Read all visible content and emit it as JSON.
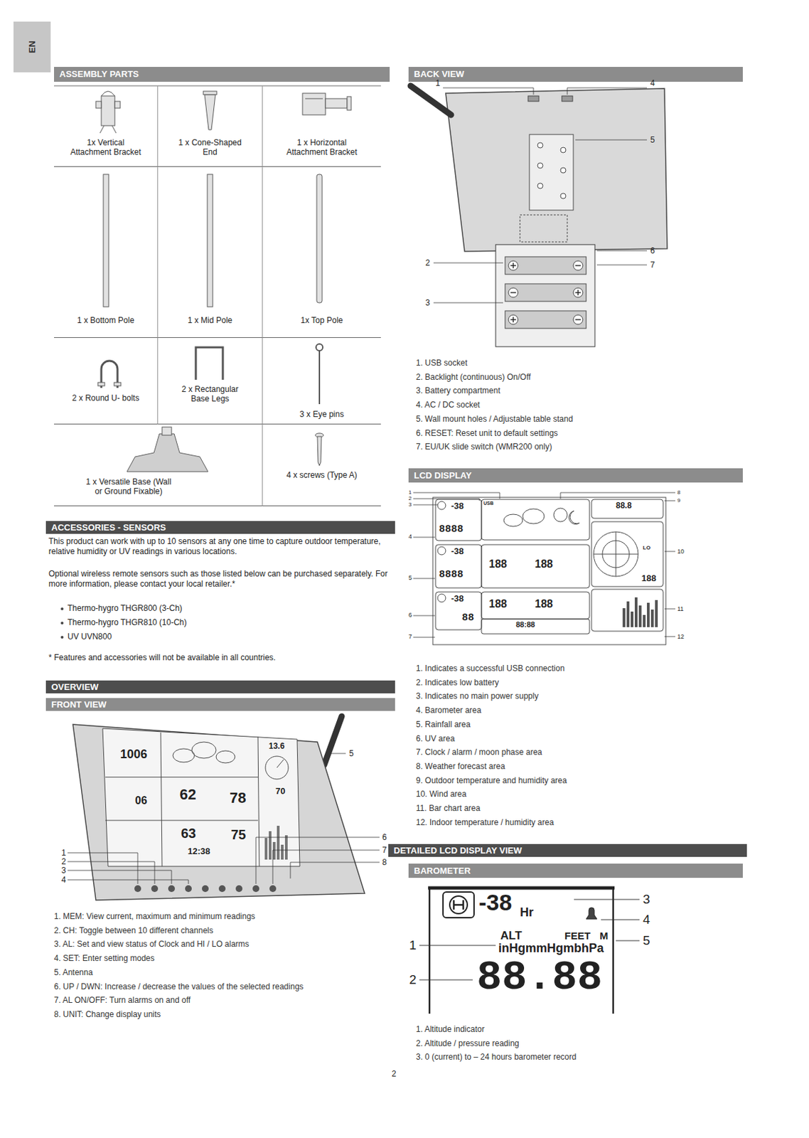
{
  "diagram": {
    "nodes": [
      {
        "text": [
          "EN"
        ]
      },
      {
        "text": [
          "ASSEMBLY PARTS"
        ]
      },
      {
        "text": [
          "1x Vertical Attachment Bracket"
        ]
      },
      {
        "text": [
          "1 x Cone-Shaped End"
        ]
      },
      {
        "text": [
          "1 x Horizontal Attachment Bracket"
        ]
      },
      {
        "text": [
          "1 x Bottom Pole"
        ]
      },
      {
        "text": [
          "1 x Mid Pole"
        ]
      },
      {
        "text": [
          "1x Top Pole"
        ]
      },
      {
        "text": [
          "2 x Round U- bolts"
        ]
      },
      {
        "text": [
          "2 x Rectangular Base Legs"
        ]
      },
      {
        "text": [
          "3 x Eye pins"
        ]
      },
      {
        "text": [
          "1 x Versatile Base (Wall or Ground Fixable)"
        ]
      },
      {
        "text": [
          "4 x screws (Type A)"
        ]
      },
      {
        "text": [
          "ACCESSORIES - SENSORS"
        ]
      },
      {
        "text": [
          "OVERVIEW"
        ]
      },
      {
        "text": [
          "FRONT VIEW"
        ]
      },
      {
        "text": [
          "BACK VIEW"
        ]
      },
      {
        "text": [
          "LCD DISPLAY"
        ]
      },
      {
        "text": [
          "DETAILED LCD DISPLAY VIEW"
        ]
      },
      {
        "text": [
          "BAROMETER"
        ]
      }
    ],
    "labels": [
      "This product can work with up to 10 sensors at any one time to capture outdoor temperature, relative humidity or UV readings in various locations.",
      "Optional wireless remote sensors such as those listed below can be purchased separately. For more information, please contact your local retailer.*",
      "Thermo-hygro THGR800 (3-Ch)",
      "Thermo-hygro THGR810 (10-Ch)",
      "UV UVN800",
      "* Features and accessories will not be available in all countries.",
      "1",
      "2",
      "3",
      "4",
      "5",
      "6",
      "7",
      "8",
      "1. MEM: View current, maximum and minimum readings",
      "2. CH: Toggle between 10 different channels",
      "3. AL: Set and view status of Clock and HI / LO alarms",
      "4. SET: Enter setting modes",
      "5. Antenna",
      "6. UP / DWN: Increase / decrease the values of the selected readings",
      "7. AL ON/OFF: Turn alarms on and off",
      "8. UNIT: Change display units",
      "1006",
      "62",
      "78",
      "06",
      "63",
      "75",
      "12:38",
      "13.6",
      "70",
      "1",
      "2",
      "3",
      "4",
      "5",
      "6",
      "7",
      "1. USB socket",
      "2. Backlight (continuous) On/Off",
      "3. Battery compartment",
      "4. AC / DC socket",
      "5. Wall mount holes / Adjustable table stand",
      "6. RESET: Reset unit to default settings",
      "7. EU/UK slide switch (WMR200 only)",
      "1",
      "2",
      "3",
      "4",
      "5",
      "6",
      "7",
      "8",
      "9",
      "10",
      "11",
      "12",
      "1. Indicates a successful USB connection",
      "2. Indicates low battery",
      "3. Indicates no main power supply",
      "4. Barometer area",
      "5. Rainfall area",
      "6. UV area",
      "7. Clock / alarm / moon phase area",
      "8. Weather forecast area",
      "9. Outdoor temperature and humidity area",
      "10. Wind area",
      "11. Bar chart area",
      "12. Indoor temperature / humidity area",
      "-38",
      "8888",
      "-38",
      "8888",
      "-38",
      "88",
      "USB",
      "188",
      "188",
      "188",
      "188",
      "88:88",
      "88.8",
      "LO",
      "188",
      "3",
      "4",
      "1",
      "5",
      "2",
      "-38",
      "Hr",
      "ALT",
      "FEET",
      "M",
      "inHgmmHgmbhPa",
      "88.88",
      "1. Altitude indicator",
      "2. Altitude / pressure reading",
      "3. 0 (current) to – 24 hours barometer record",
      "2"
    ]
  }
}
